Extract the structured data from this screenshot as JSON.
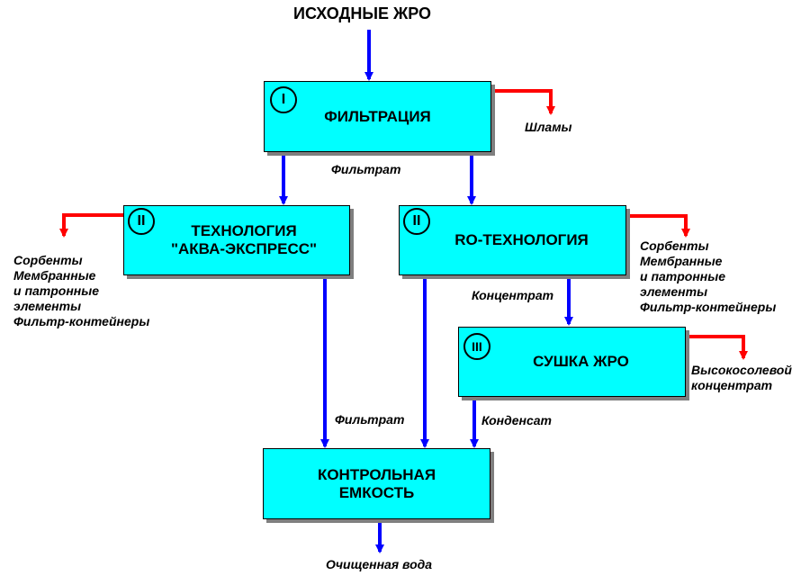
{
  "title": "ИСХОДНЫЕ ЖРО",
  "colors": {
    "box_fill": "#00ffff",
    "flow_arrow": "#0000ff",
    "waste_arrow": "#ff0000"
  },
  "boxes": {
    "filtration": {
      "label": "ФИЛЬТРАЦИЯ",
      "stage": "I"
    },
    "aqua_express": {
      "label": "ТЕХНОЛОГИЯ\n\"АКВА-ЭКСПРЕСС\"",
      "stage": "II"
    },
    "ro_tech": {
      "label": "RO-ТЕХНОЛОГИЯ",
      "stage": "II"
    },
    "drying": {
      "label": "СУШКА ЖРО",
      "stage": "III"
    },
    "control_tank": {
      "label": "КОНТРОЛЬНАЯ\nЕМКОСТЬ"
    }
  },
  "labels": {
    "sludge": "Шламы",
    "filtrate_top": "Фильтрат",
    "sorbents_left": "Сорбенты\nМембранные\nи патронные\nэлементы\nФильтр-контейнеры",
    "sorbents_right": "Сорбенты\nМембранные\nи патронные\nэлементы\nФильтр-контейнеры",
    "concentrate": "Концентрат",
    "high_salt": "Высокосолевой\nконцентрат",
    "filtrate_bottom": "Фильтрат",
    "condensate": "Конденсат",
    "purified_water": "Очищенная вода"
  }
}
